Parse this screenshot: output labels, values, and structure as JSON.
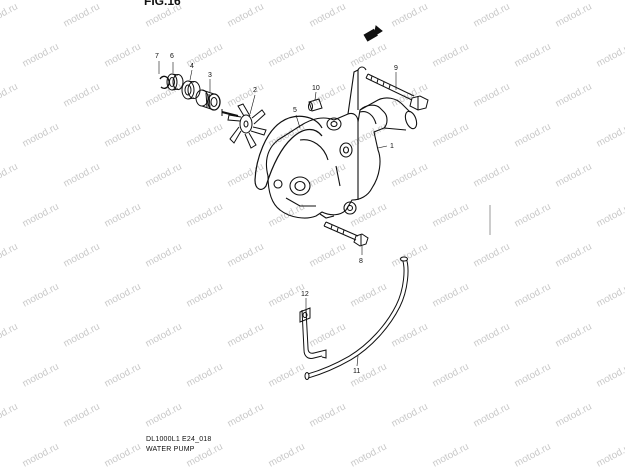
{
  "figure": {
    "header_text": "FIG.16",
    "diagram_code": "DL1000L1 E24_018",
    "caption": "WATER PUMP",
    "watermark": "motod.ru"
  },
  "callouts": {
    "c1": "1",
    "c2": "2",
    "c3": "3",
    "c4": "4",
    "c5": "5",
    "c6": "6",
    "c7": "7",
    "c8": "8",
    "c9": "9",
    "c10": "10",
    "c11": "11",
    "c12": "12"
  },
  "colors": {
    "line": "#111111",
    "watermark": "#c9c9c9",
    "background": "#ffffff"
  },
  "icons": [
    "front-arrow-icon"
  ]
}
